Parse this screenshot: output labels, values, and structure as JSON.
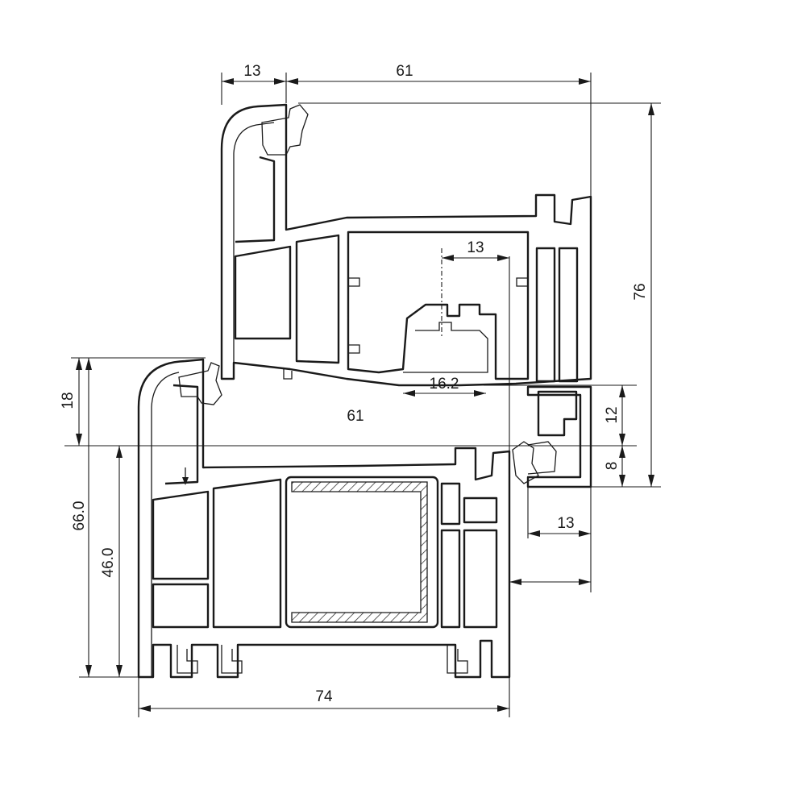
{
  "drawing": {
    "dimensions": {
      "sash_rebate_top": "13",
      "sash_width_top": "61",
      "glazing_rebate": "13",
      "glazing_bead": "16.2",
      "frame_inner_depth": "61",
      "frame_height_right": "76",
      "overlap_left": "18",
      "frame_left_height": "66.0",
      "frame_left_inner": "46.0",
      "right_step_upper": "12",
      "right_step_lower": "8",
      "right_rebate": "13",
      "frame_width_bottom": "74"
    }
  },
  "colors": {
    "line": "#1a1a1a",
    "background": "#ffffff",
    "hatch": "#1a1a1a"
  }
}
